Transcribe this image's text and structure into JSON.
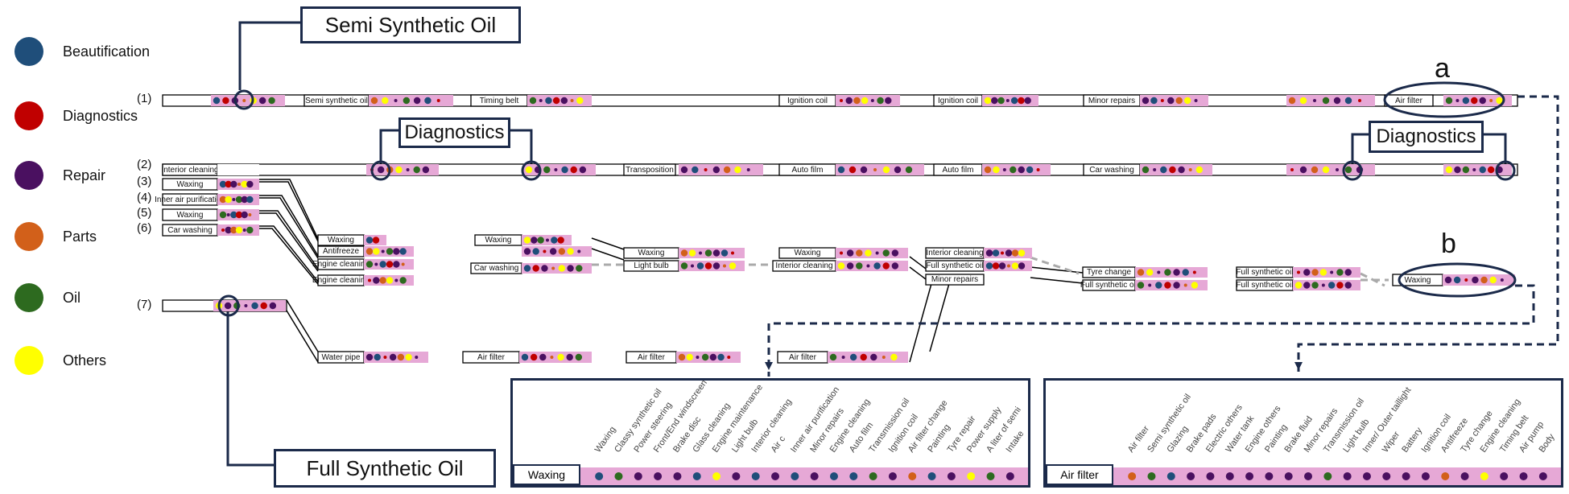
{
  "legend": [
    {
      "label": "Beautification",
      "color": "#1f4e7a"
    },
    {
      "label": "Diagnostics",
      "color": "#c00000"
    },
    {
      "label": "Repair",
      "color": "#4a1060"
    },
    {
      "label": "Parts",
      "color": "#d2601a"
    },
    {
      "label": "Oil",
      "color": "#2d6a1f"
    },
    {
      "label": "Others",
      "color": "#ffff00"
    }
  ],
  "rows": [
    "(1)",
    "(2)",
    "(3)",
    "(4)",
    "(5)",
    "(6)",
    "(7)"
  ],
  "callouts": {
    "semi": "Semi Synthetic Oil",
    "diag1": "Diagnostics",
    "diag2": "Diagnostics",
    "full": "Full Synthetic Oil",
    "a": "a",
    "b": "b"
  },
  "boxes": {
    "r1": [
      "Semi synthetic oil",
      "Timing belt",
      "Ignition coil",
      "Ignition coil",
      "Minor repairs",
      "Air filter"
    ],
    "r2": [
      "Interior cleaning",
      "Transposition",
      "Auto film",
      "Auto film",
      "Car washing"
    ],
    "r3": [
      "Waxing"
    ],
    "r4": [
      "Inner air purification"
    ],
    "r5": [
      "Waxing"
    ],
    "r6": [
      "Car washing"
    ],
    "mid": [
      "Waxing",
      "Antifreeze",
      "Engine cleaning",
      "Engine cleaning",
      "Waxing",
      "Car washing",
      "Waxing",
      "Light bulb",
      "Waxing",
      "Interior cleaning",
      "Interior cleaning",
      "Full synthetic oil",
      "Minor repairs",
      "Tyre change",
      "Full synthetic oil",
      "Full synthetic oil",
      "Full synthetic oil",
      "Waxing"
    ],
    "r7": [
      "Water pipe",
      "Air filter",
      "Air filter",
      "Air filter"
    ]
  },
  "zoom_waxing": {
    "title": "Waxing",
    "labels": [
      "Waxing",
      "Classy synthetic oil",
      "Power steering",
      "Front/End windscreen",
      "Brake disc",
      "Glass cleaning",
      "Engine maintenance",
      "Light bulb",
      "Interior cleaning",
      "Air c",
      "Inner air purification",
      "Minor repairs",
      "Engine cleaning",
      "Auto film",
      "Transmission oil",
      "Ignition coil",
      "Air filter change",
      "Painting",
      "Tyre repair",
      "Power supply",
      "A liter of semi",
      "Intake"
    ],
    "colors": [
      "#1f4e7a",
      "#2d6a1f",
      "#4a1060",
      "#4a1060",
      "#4a1060",
      "#1f4e7a",
      "#ffff00",
      "#4a1060",
      "#1f4e7a",
      "#4a1060",
      "#1f4e7a",
      "#4a1060",
      "#1f4e7a",
      "#1f4e7a",
      "#2d6a1f",
      "#4a1060",
      "#d2601a",
      "#1f4e7a",
      "#4a1060",
      "#ffff00",
      "#2d6a1f",
      "#4a1060"
    ]
  },
  "zoom_airfilter": {
    "title": "Air filter",
    "labels": [
      "Air filter",
      "Semi synthetic oil",
      "Glazing",
      "Brake pads",
      "Electric others",
      "Water tank",
      "Engine others",
      "Painting",
      "Brake fluid",
      "Minor repairs",
      "Transmission oil",
      "Light bulb",
      "Inner/ Outer taillight",
      "Wiper",
      "Battery",
      "Ignition coil",
      "Antifreeze",
      "Tyre change",
      "Engine cleaning",
      "Timing belt",
      "Air pump",
      "Body"
    ],
    "colors": [
      "#d2601a",
      "#2d6a1f",
      "#1f4e7a",
      "#4a1060",
      "#4a1060",
      "#4a1060",
      "#4a1060",
      "#4a1060",
      "#4a1060",
      "#4a1060",
      "#2d6a1f",
      "#4a1060",
      "#4a1060",
      "#4a1060",
      "#4a1060",
      "#4a1060",
      "#d2601a",
      "#4a1060",
      "#ffff00",
      "#4a1060",
      "#4a1060",
      "#4a1060"
    ]
  }
}
